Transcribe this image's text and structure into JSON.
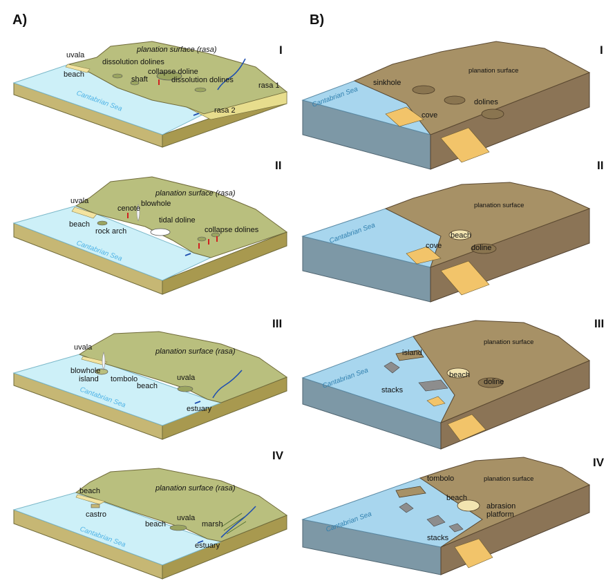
{
  "columns": {
    "a": "A)",
    "b": "B)"
  },
  "stages": [
    "I",
    "II",
    "III",
    "IV"
  ],
  "panel_a": {
    "I": {
      "planation": "planation surface (rasa)",
      "uvala": "uvala",
      "beach": "beach",
      "dissolution_dolines_1": "dissolution dolines",
      "collapse_doline": "collapse doline",
      "shaft": "shaft",
      "dissolution_dolines_2": "dissolution dolines",
      "rasa1": "rasa 1",
      "rasa2": "rasa 2",
      "sea": "Cantabrian Sea"
    },
    "II": {
      "planation": "planation surface (rasa)",
      "uvala": "uvala",
      "blowhole": "blowhole",
      "cenote": "cenote",
      "beach": "beach",
      "tidal_doline": "tidal doline",
      "rock_arch": "rock arch",
      "collapse_dolines": "collapse dolines",
      "sea": "Cantabrian Sea"
    },
    "III": {
      "planation": "planation surface (rasa)",
      "uvala_1": "uvala",
      "blowhole": "blowhole",
      "island": "island",
      "tombolo": "tombolo",
      "beach": "beach",
      "uvala_2": "uvala",
      "estuary": "estuary",
      "sea": "Cantabrian Sea"
    },
    "IV": {
      "planation": "planation surface (rasa)",
      "beach_1": "beach",
      "castro": "castro",
      "uvala": "uvala",
      "beach_2": "beach",
      "marsh": "marsh",
      "estuary": "estuary",
      "sea": "Cantabrian Sea"
    }
  },
  "panel_b": {
    "I": {
      "planation": "planation surface",
      "sinkhole": "sinkhole",
      "dolines": "dolines",
      "cove": "cove",
      "sea": "Cantabrian Sea"
    },
    "II": {
      "planation": "planation surface",
      "beach": "beach",
      "cove": "cove",
      "doline": "doline",
      "sea": "Cantabrian Sea"
    },
    "III": {
      "planation": "planation surface",
      "island": "island",
      "beach": "beach",
      "doline": "doline",
      "stacks": "stacks",
      "sea": "Cantabrian Sea"
    },
    "IV": {
      "planation": "planation surface",
      "tombolo": "tombolo",
      "beach": "beach",
      "abrasion_1": "abrasion",
      "abrasion_2": "platform",
      "stacks": "stacks",
      "sea": "Cantabrian Sea"
    }
  },
  "colors": {
    "land_a": "#b9bf7e",
    "sea_a": "#cdf0f8",
    "side_a": "#b7a963",
    "land_b": "#a79166",
    "sea_b": "#a8d6ee",
    "side_b": "#7d98a6",
    "sand": "#f2c46a"
  }
}
